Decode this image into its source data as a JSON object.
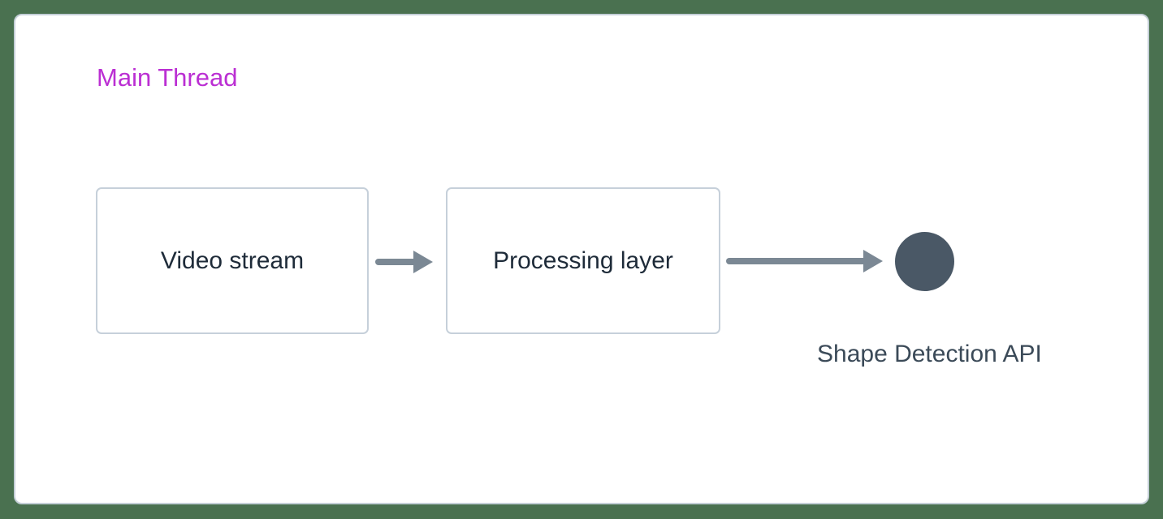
{
  "panel": {
    "title": "Main Thread"
  },
  "nodes": [
    {
      "label": "Video stream"
    },
    {
      "label": "Processing layer"
    }
  ],
  "api": {
    "label": "Shape Detection API"
  },
  "icons": {
    "arrow_between_nodes": "arrow-right-icon",
    "arrow_to_api": "arrow-right-icon",
    "api_endpoint": "filled-circle-icon"
  },
  "colors": {
    "background_green": "#4a7150",
    "panel_border": "#c5cfd8",
    "node_border": "#c6d0da",
    "node_text": "#1e2b39",
    "title_magenta": "#bb2fd3",
    "arrow_gray": "#7b8894",
    "circle_slate": "#4a5866",
    "api_label_text": "#3b4a58"
  }
}
